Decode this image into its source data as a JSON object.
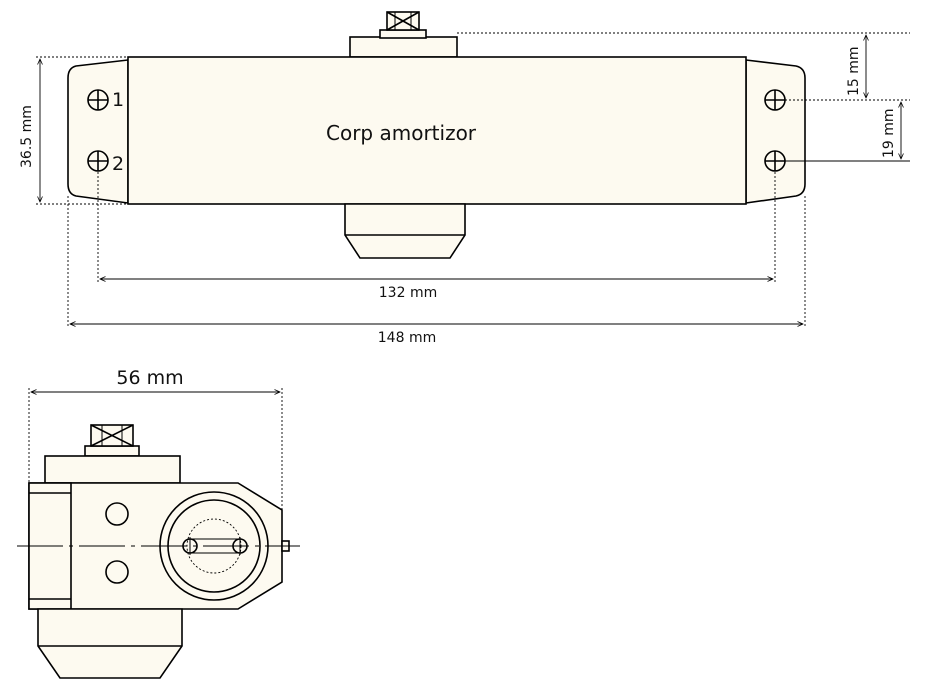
{
  "labels": {
    "body_label": "Corp amortizor",
    "hole_1": "1",
    "hole_2": "2",
    "dim_height": "36.5 mm",
    "dim_top_offset": "15 mm",
    "dim_hole_spacing": "19 mm",
    "dim_hole_span": "132 mm",
    "dim_total_length": "148 mm",
    "dim_depth": "56 mm"
  }
}
